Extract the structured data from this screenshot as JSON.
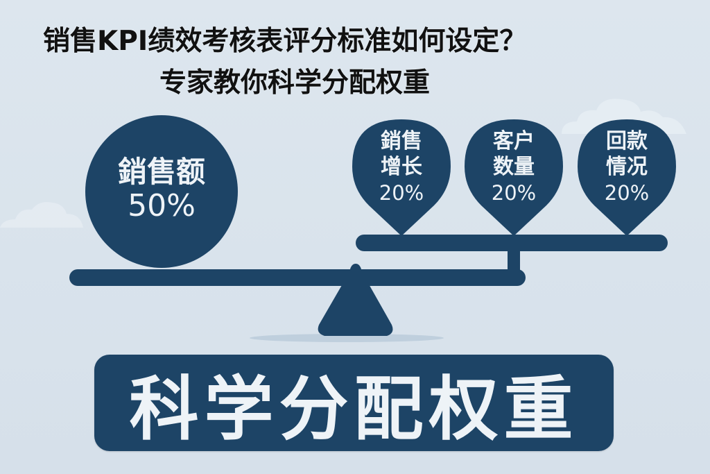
{
  "title": {
    "line1": "销售KPI绩效考核表评分标准如何设定？",
    "line2": "专家教你科学分配权重"
  },
  "weights": {
    "main": {
      "label": "銷售额",
      "percent": "50%"
    },
    "items": [
      {
        "line1": "銷售",
        "line2": "增长",
        "percent": "20%"
      },
      {
        "line1": "客户",
        "line2": "数量",
        "percent": "20%"
      },
      {
        "line1": "回款",
        "line2": "情况",
        "percent": "20%"
      }
    ]
  },
  "banner": {
    "text": "科学分配权重"
  },
  "colors": {
    "primary": "#1d4466",
    "background": "#dae4ed",
    "text_light": "#eef3f7",
    "title_text": "#111111"
  }
}
